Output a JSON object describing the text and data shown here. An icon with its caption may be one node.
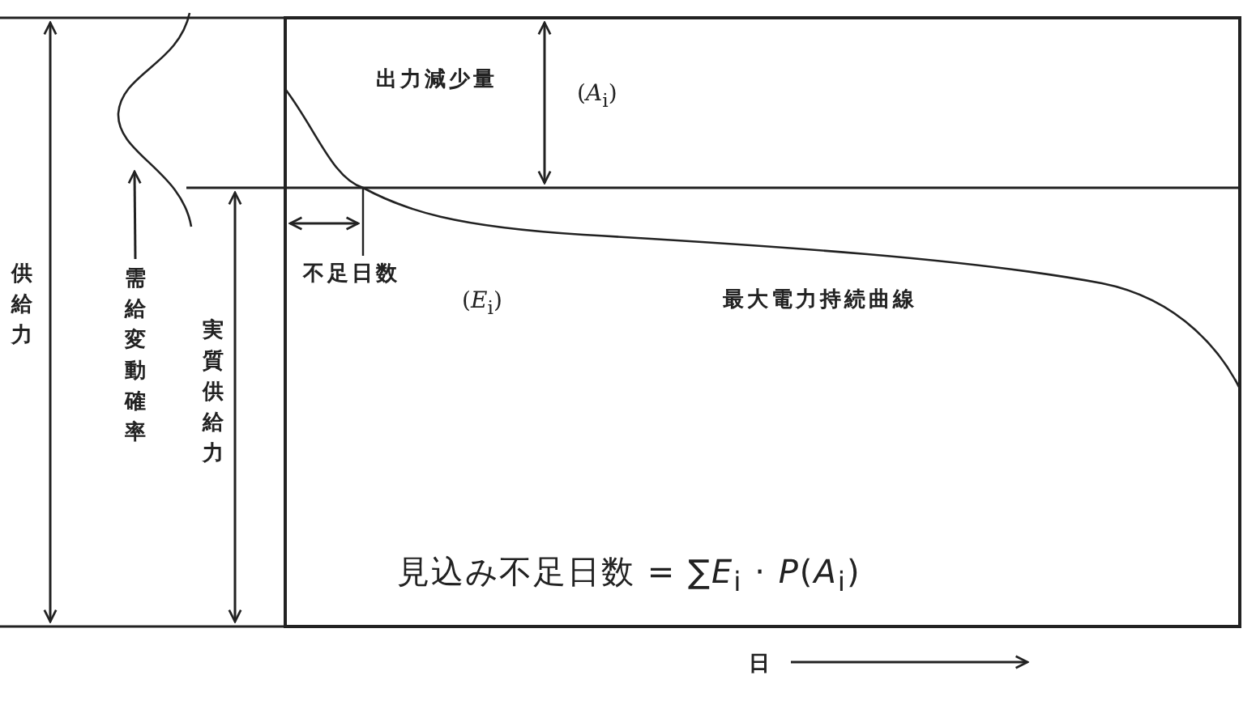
{
  "diagram": {
    "nodes": [
      {
        "text": [
          "需給変動確率"
        ]
      },
      {
        "text": [],
        "shape": "curve"
      }
    ],
    "edges": [
      {
        "from": 0,
        "to": 1,
        "arrow": "to"
      }
    ],
    "labels": [
      "供給力",
      "実質供給力",
      "出力減少量",
      "(*A*$_{i}$)",
      "不足日数",
      "(*E*$_{i}$)",
      "最大電力持続曲線",
      "見込み不足日数 = ∑*E*$_{i}$ · *P*(*A*$_{i}$)",
      "日"
    ]
  }
}
